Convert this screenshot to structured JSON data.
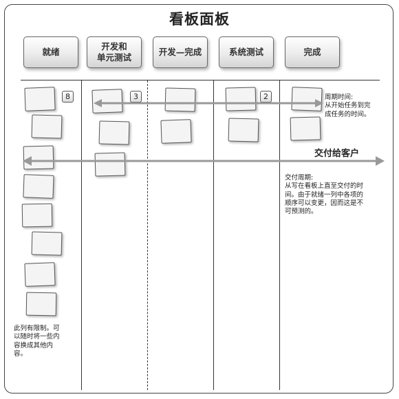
{
  "board": {
    "title": "看板面板",
    "columns": [
      {
        "label": "就绪"
      },
      {
        "label": "开发和\n单元测试"
      },
      {
        "label": "开发—完成"
      },
      {
        "label": "系统测试"
      },
      {
        "label": "完成"
      }
    ],
    "wip_limits": {
      "ready": "8",
      "dev_unit_test": "3",
      "system_test": "2"
    }
  },
  "annotations": {
    "cycle_time": "周期时间:\n从开始任务到完\n成任务的时间。",
    "delivery_label": "交付给客户",
    "lead_time": "交付周期:\n从写在看板上直至交付的时\n间。由于就绪一列中各项的\n顺序可以变更，因而这是不\n可预测的。",
    "ready_limit_note": "此列有限制。可\n以随时将一些内\n容换成其他内\n容。"
  },
  "colors": {
    "arrow": "#999999",
    "border": "#444444"
  }
}
